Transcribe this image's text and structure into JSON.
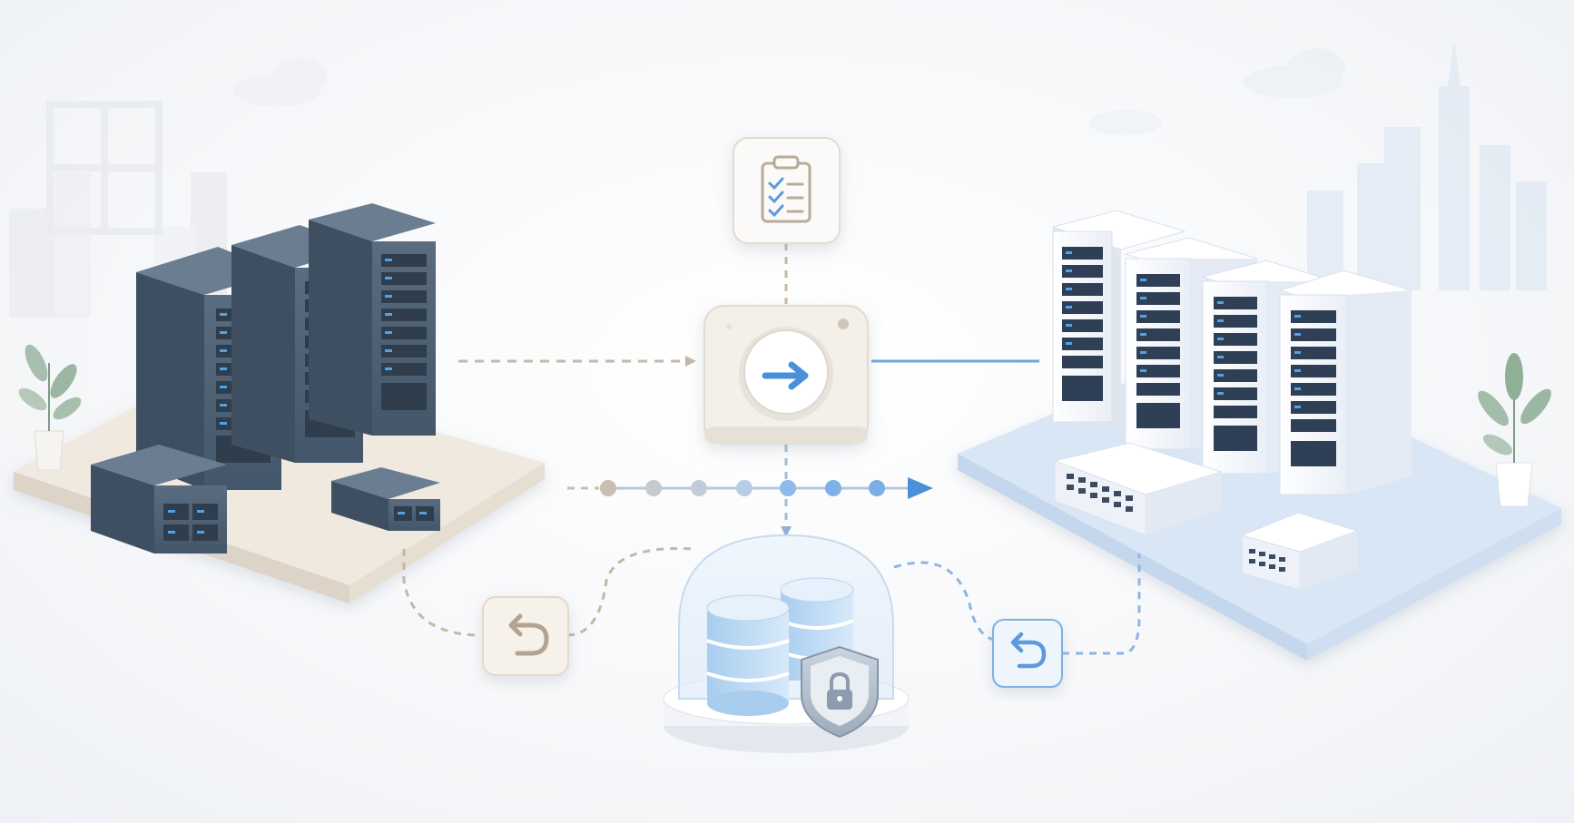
{
  "colors": {
    "legacy_server": "#4f6275",
    "legacy_platform": "#ece5dc",
    "legacy_path": "#c5b8a6",
    "cloud_server": "#f3f6fb",
    "cloud_platform": "#d3e2f4",
    "cloud_path": "#6fa4dd",
    "accent_blue": "#4a90d9",
    "led_blue": "#4fa3e8"
  },
  "icons": {
    "checklist": "clipboard-checklist-icon",
    "migration": "arrow-right-icon",
    "rollback_left": "undo-arrow-icon",
    "rollback_right": "undo-arrow-icon",
    "backup": "database-icon",
    "security": "shield-lock-icon"
  },
  "diagram": {
    "nodes": [
      {
        "id": "legacy",
        "kind": "on-premise-datacenter",
        "racks": 3,
        "units": 2
      },
      {
        "id": "plan",
        "kind": "checklist"
      },
      {
        "id": "migrate",
        "kind": "migration-switch"
      },
      {
        "id": "backup",
        "kind": "secured-database"
      },
      {
        "id": "rollback-left",
        "kind": "rollback"
      },
      {
        "id": "rollback-right",
        "kind": "rollback"
      },
      {
        "id": "target",
        "kind": "cloud-datacenter",
        "racks": 4,
        "switches": 2
      }
    ],
    "edges": [
      {
        "from": "legacy",
        "to": "migrate",
        "style": "dashed"
      },
      {
        "from": "plan",
        "to": "migrate",
        "style": "dashed"
      },
      {
        "from": "migrate",
        "to": "target",
        "style": "solid"
      },
      {
        "from": "legacy",
        "to": "target",
        "style": "dotted-progress"
      },
      {
        "from": "migrate",
        "to": "backup",
        "style": "dashed"
      },
      {
        "from": "legacy",
        "to": "backup",
        "via": "rollback-left",
        "style": "dashed"
      },
      {
        "from": "target",
        "to": "backup",
        "via": "rollback-right",
        "style": "dashed"
      }
    ]
  }
}
